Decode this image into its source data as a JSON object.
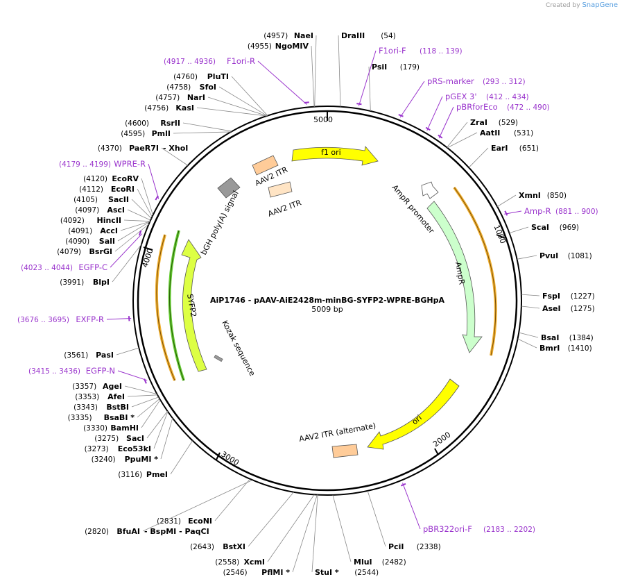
{
  "credit": {
    "prefix": "Created by",
    "brand": "SnapGene"
  },
  "plasmid": {
    "name": "AiP1746 - pAAV-AiE2428m-minBG-SYFP2-WPRE-BGHpA",
    "length_label": "5009 bp",
    "length": 5009
  },
  "ticks": [
    "1000",
    "2000",
    "3000",
    "4000",
    "5000"
  ],
  "colors": {
    "primer": "#9933cc",
    "enzyme_text": "#000000",
    "backbone": "#000000",
    "ori": "#ffff00",
    "ampr": "#ccffcc",
    "syfp2": "#ddff44",
    "itr": "#ffcc99",
    "polya": "#999999",
    "orf": "#f0b030"
  },
  "enzymes": [
    {
      "name": "NaeI",
      "pos": "(4957)"
    },
    {
      "name": "NgoMIV",
      "pos": "(4955)"
    },
    {
      "name": "DraIII",
      "pos": "(54)"
    },
    {
      "name": "PsiI",
      "pos": "(179)"
    },
    {
      "name": "PluTI",
      "pos": "(4760)"
    },
    {
      "name": "SfoI",
      "pos": "(4758)"
    },
    {
      "name": "NarI",
      "pos": "(4757)"
    },
    {
      "name": "KasI",
      "pos": "(4756)"
    },
    {
      "name": "RsrII",
      "pos": "(4600)"
    },
    {
      "name": "PmlI",
      "pos": "(4595)"
    },
    {
      "name": "PaeR7I",
      "pos": "(4370)",
      "extra": "- XhoI"
    },
    {
      "name": "ZraI",
      "pos": "(529)"
    },
    {
      "name": "AatII",
      "pos": "(531)"
    },
    {
      "name": "EarI",
      "pos": "(651)"
    },
    {
      "name": "EcoRV",
      "pos": "(4120)"
    },
    {
      "name": "EcoRI",
      "pos": "(4112)"
    },
    {
      "name": "SacII",
      "pos": "(4105)"
    },
    {
      "name": "AscI",
      "pos": "(4097)"
    },
    {
      "name": "HincII",
      "pos": "(4092)"
    },
    {
      "name": "AccI",
      "pos": "(4091)"
    },
    {
      "name": "SalI",
      "pos": "(4090)"
    },
    {
      "name": "BsrGI",
      "pos": "(4079)"
    },
    {
      "name": "BlpI",
      "pos": "(3991)"
    },
    {
      "name": "XmnI",
      "pos": "(850)"
    },
    {
      "name": "ScaI",
      "pos": "(969)"
    },
    {
      "name": "PvuI",
      "pos": "(1081)"
    },
    {
      "name": "FspI",
      "pos": "(1227)"
    },
    {
      "name": "AseI",
      "pos": "(1275)"
    },
    {
      "name": "BsaI",
      "pos": "(1384)"
    },
    {
      "name": "BmrI",
      "pos": "(1410)"
    },
    {
      "name": "PasI",
      "pos": "(3561)"
    },
    {
      "name": "AgeI",
      "pos": "(3357)"
    },
    {
      "name": "AfeI",
      "pos": "(3353)"
    },
    {
      "name": "BstBI",
      "pos": "(3343)"
    },
    {
      "name": "BsaBI *",
      "pos": "(3335)"
    },
    {
      "name": "BamHI",
      "pos": "(3330)"
    },
    {
      "name": "SacI",
      "pos": "(3275)"
    },
    {
      "name": "Eco53kI",
      "pos": "(3273)"
    },
    {
      "name": "PpuMI *",
      "pos": "(3240)"
    },
    {
      "name": "PmeI",
      "pos": "(3116)"
    },
    {
      "name": "EcoNI",
      "pos": "(2831)"
    },
    {
      "name": "BfuAI",
      "pos": "(2820)",
      "extra": "- BspMI  - PaqCI"
    },
    {
      "name": "BstXI",
      "pos": "(2643)"
    },
    {
      "name": "XcmI",
      "pos": "(2558)"
    },
    {
      "name": "PflMI *",
      "pos": "(2546)"
    },
    {
      "name": "StuI *",
      "pos": "(2544)"
    },
    {
      "name": "MluI",
      "pos": "(2482)"
    },
    {
      "name": "PciI",
      "pos": "(2338)"
    }
  ],
  "primers": [
    {
      "name": "F1ori-F",
      "range": "(118 .. 139)"
    },
    {
      "name": "F1ori-R",
      "range": "(4917 .. 4936)"
    },
    {
      "name": "pRS-marker",
      "range": "(293 .. 312)"
    },
    {
      "name": "pGEX 3'",
      "range": "(412 .. 434)"
    },
    {
      "name": "pBRforEco",
      "range": "(472 .. 490)"
    },
    {
      "name": "WPRE-R",
      "range": "(4179 .. 4199)"
    },
    {
      "name": "Amp-R",
      "range": "(881 .. 900)"
    },
    {
      "name": "EGFP-C",
      "range": "(4023 .. 4044)"
    },
    {
      "name": "EXFP-R",
      "range": "(3676 .. 3695)"
    },
    {
      "name": "EGFP-N",
      "range": "(3415 .. 3436)"
    },
    {
      "name": "pBR322ori-F",
      "range": "(2183 .. 2202)"
    }
  ],
  "features": [
    {
      "name": "f1 ori",
      "color_key": "ori"
    },
    {
      "name": "AmpR promoter",
      "color_key": "ampr"
    },
    {
      "name": "AmpR",
      "color_key": "ampr"
    },
    {
      "name": "ori",
      "color_key": "ori"
    },
    {
      "name": "AAV2 ITR (alternate)",
      "color_key": "itr"
    },
    {
      "name": "AAV2 ITR",
      "color_key": "itr"
    },
    {
      "name": "AAV2 ITR",
      "color_key": "itr"
    },
    {
      "name": "bGH poly(A) signal",
      "color_key": "polya"
    },
    {
      "name": "SYFP2",
      "color_key": "syfp2"
    },
    {
      "name": "Kozak sequence",
      "color_key": "polya"
    }
  ]
}
